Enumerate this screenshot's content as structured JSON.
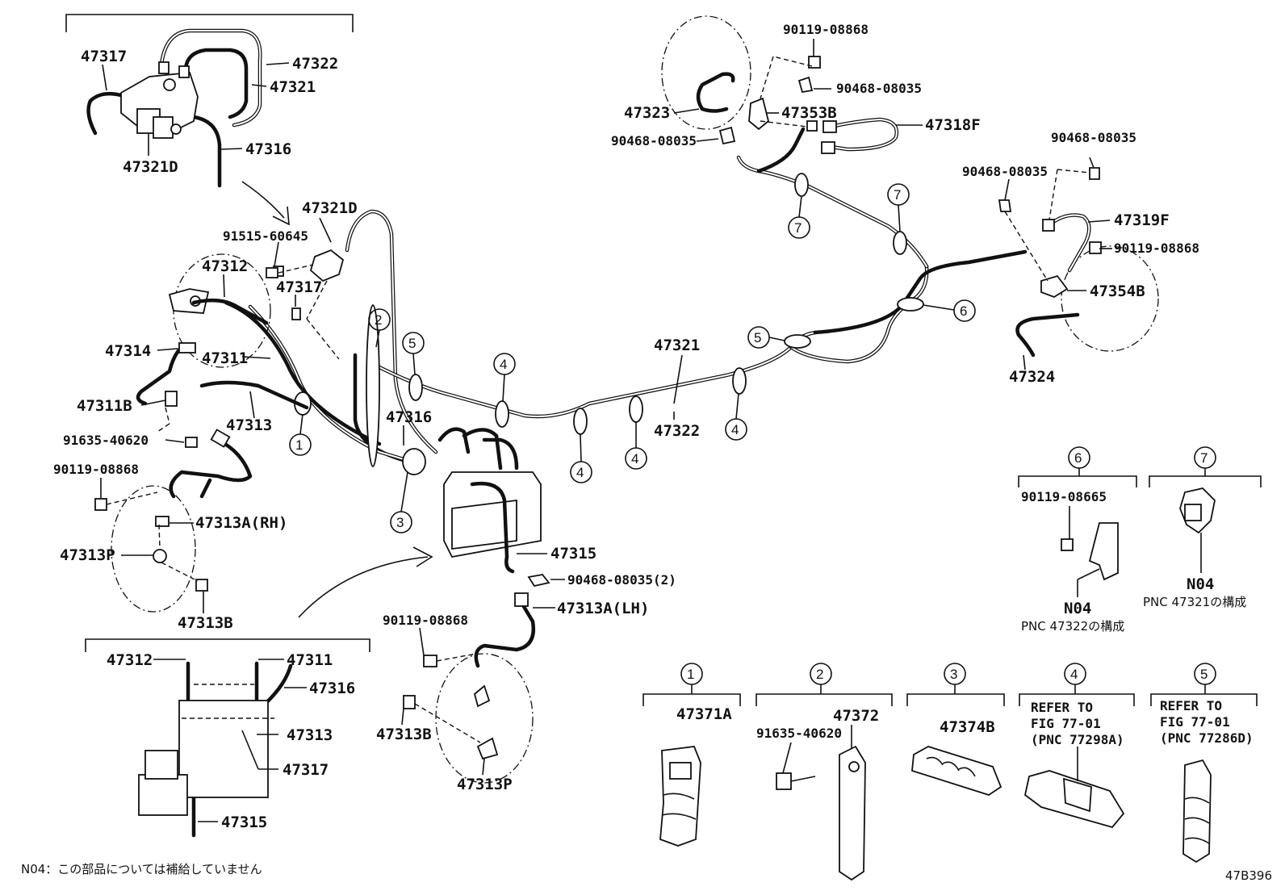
{
  "labels": {
    "p47317_top": "47317",
    "p47322_top": "47322",
    "p47321_top": "47321",
    "p47316_top": "47316",
    "p47321D_top": "47321D",
    "p47321D": "47321D",
    "p91515": "91515-60645",
    "p47312": "47312",
    "p47317": "47317",
    "p47314": "47314",
    "p47311": "47311",
    "p47311B": "47311B",
    "p47313": "47313",
    "p91635_left": "91635-40620",
    "p90119_left": "90119-08868",
    "p47313A_RH": "47313A(RH)",
    "p47313P_left": "47313P",
    "p47313B_left": "47313B",
    "p47316_mid": "47316",
    "p47321_mid": "47321",
    "p47322_mid": "47322",
    "p47315": "47315",
    "p90468_bottom": "90468-08035(2)",
    "p47313A_LH": "47313A(LH)",
    "p90119_bottom": "90119-08868",
    "p47313B_bottom": "47313B",
    "p47313P_bottom": "47313P",
    "p90119_topright": "90119-08868",
    "p90468_a": "90468-08035",
    "p47323": "47323",
    "p47353B": "47353B",
    "p47318F": "47318F",
    "p90468_b": "90468-08035",
    "p90468_c": "90468-08035",
    "p90468_d": "90468-08035",
    "p47319F": "47319F",
    "p90119_right": "90119-08868",
    "p47354B": "47354B",
    "p47324": "47324",
    "d47312": "47312",
    "d47311": "47311",
    "d47316": "47316",
    "d47313": "47313",
    "d47317": "47317",
    "d47315": "47315"
  },
  "circles": {
    "c1": "1",
    "c2": "2",
    "c3": "3",
    "c4a": "4",
    "c4b": "4",
    "c4c": "4",
    "c4d": "4",
    "c5": "5",
    "c5b": "5",
    "c6": "6",
    "c7a": "7",
    "c7b": "7"
  },
  "legend": {
    "g6": {
      "num": "6",
      "part": "90119-08665",
      "code": "N04",
      "note": "PNC 47322の構成"
    },
    "g7": {
      "num": "7",
      "code": "N04",
      "note": "PNC 47321の構成"
    },
    "g1": {
      "num": "1",
      "part": "47371A"
    },
    "g2": {
      "num": "2",
      "part": "47372",
      "bolt": "91635-40620"
    },
    "g3": {
      "num": "3",
      "part": "47374B"
    },
    "g4": {
      "num": "4",
      "l1": "REFER TO",
      "l2": "FIG 77-01",
      "l3": "(PNC 77298A)"
    },
    "g5": {
      "num": "5",
      "l1": "REFER TO",
      "l2": "FIG 77-01",
      "l3": "(PNC 77286D)"
    }
  },
  "footnote": "N04：この部品については補給していません",
  "figure_id": "47B396"
}
